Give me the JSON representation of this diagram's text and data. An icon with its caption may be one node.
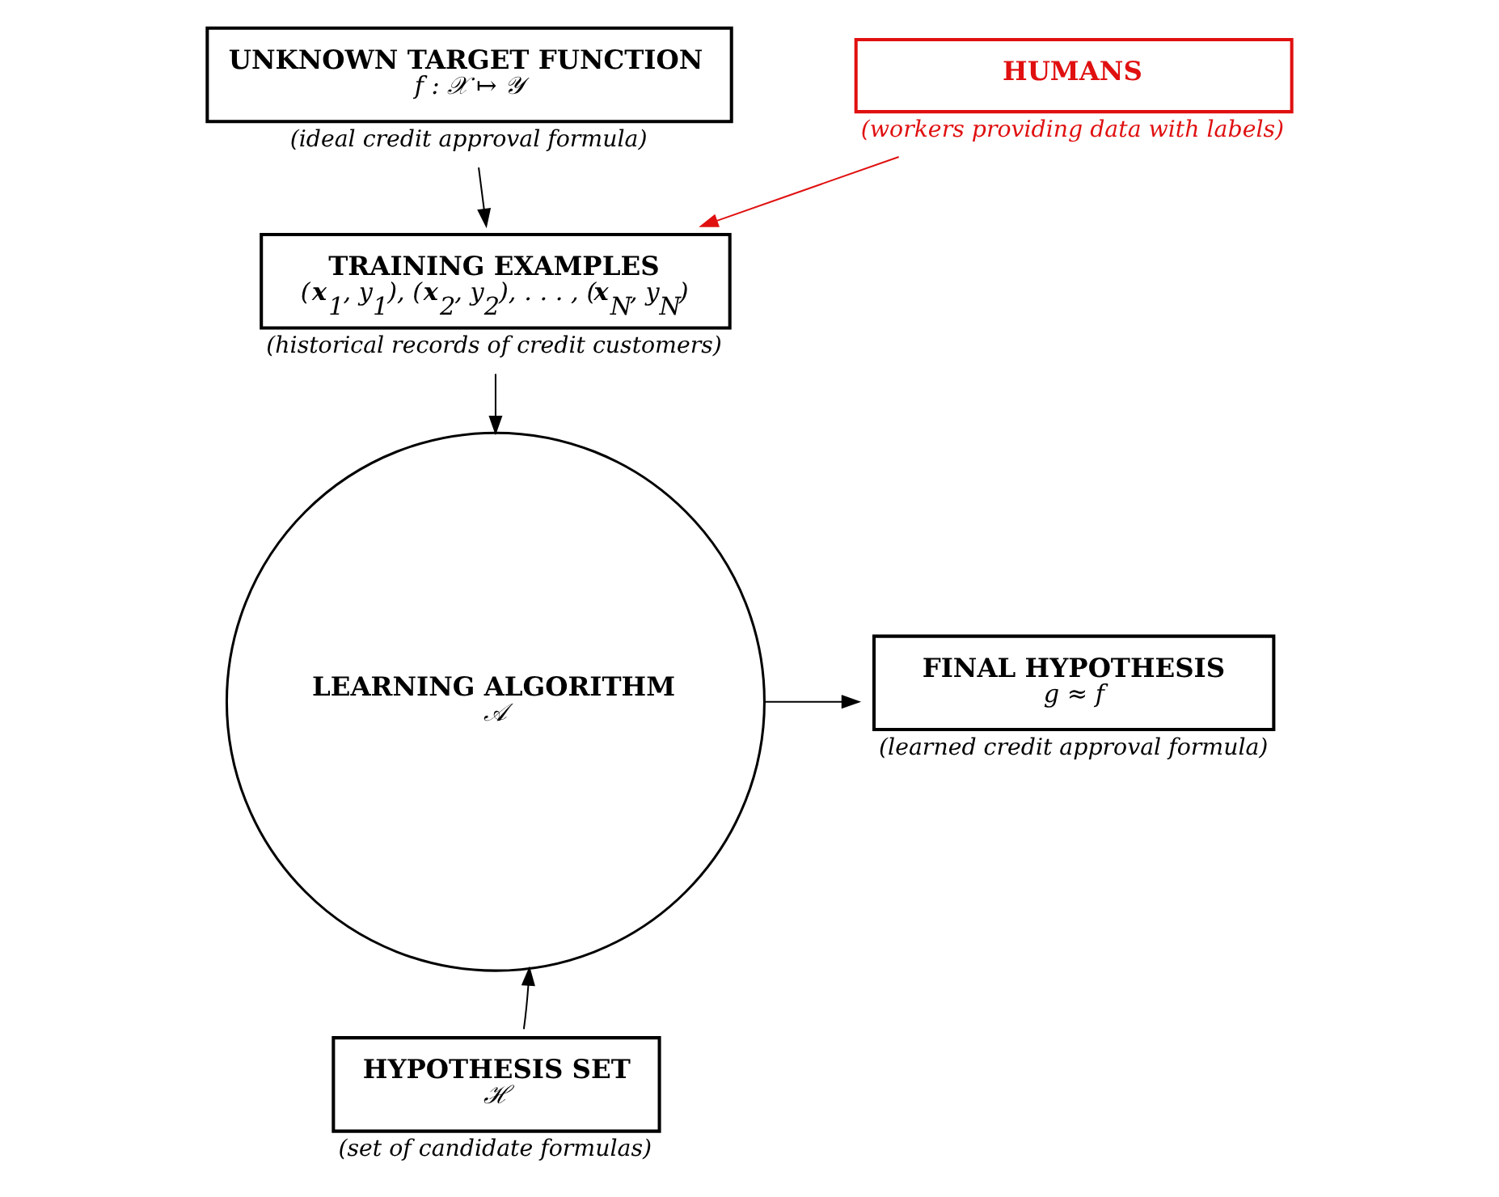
{
  "diagram": {
    "nodes": [
      {
        "text": [
          "UNKNOWN TARGET FUNCTION",
          "f : 𝒳 ↦ 𝒴"
        ],
        "beside": [
          "(ideal credit approval formula)"
        ]
      },
      {
        "text": [
          "HUMANS"
        ],
        "beside": [
          "(workers providing data with labels)"
        ]
      },
      {
        "text": [
          "TRAINING EXAMPLES",
          "(**x**$_{1}$, y$_{1}$), (**x**$_{2}$, y$_{2}$), . . . , (**x**$_{N}$, y$_{N}$)"
        ],
        "beside": [
          "(historical records of credit customers)"
        ]
      },
      {
        "text": [
          "LEARNING ALGORITHM",
          "𝒜"
        ]
      },
      {
        "text": [
          "FINAL HYPOTHESIS",
          "g ≈ f"
        ],
        "beside": [
          "(learned credit approval formula)"
        ]
      },
      {
        "text": [
          "HYPOTHESIS SET",
          "ℋ"
        ],
        "beside": [
          "(set of candidate formulas)"
        ]
      }
    ],
    "edges": [
      {
        "from": 0,
        "to": 2,
        "arrow": "to"
      },
      {
        "from": 1,
        "to": 2,
        "arrow": "to",
        "color": "#e01010"
      },
      {
        "from": 2,
        "to": 3,
        "arrow": "to"
      },
      {
        "from": 5,
        "to": 3,
        "arrow": "to"
      },
      {
        "from": 3,
        "to": 4,
        "arrow": "to"
      }
    ]
  }
}
